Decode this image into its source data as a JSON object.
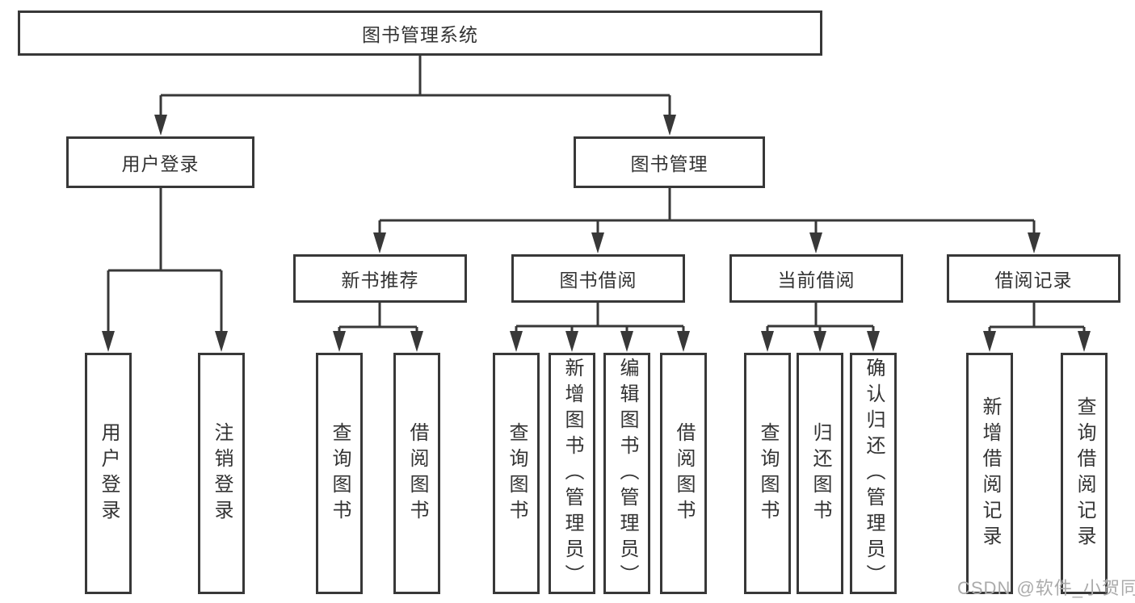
{
  "diagram": {
    "watermark": "CSDN @软件_小贺同学",
    "colors": {
      "line": "#383838",
      "text": "#333333",
      "background": "#ffffff",
      "watermark": "#ababab"
    },
    "nodes": {
      "root": "图书管理系统",
      "user_login": "用户登录",
      "book_management": "图书管理",
      "login": "用户登录",
      "logout": "注销登录",
      "new_book_recommend": "新书推荐",
      "book_borrowing": "图书借阅",
      "current_borrowing": "当前借阅",
      "borrowing_records": "借阅记录",
      "nbr_query_books": "查询图书",
      "nbr_borrow_books": "借阅图书",
      "bb_query_books": "查询图书",
      "bb_add_books": "新增图书（管理员）",
      "bb_edit_books": "编辑图书（管理员）",
      "bb_borrow_books": "借阅图书",
      "cb_query_books": "查询图书",
      "cb_return_books": "归还图书",
      "cb_confirm_return": "确认归还（管理员）",
      "br_add_record": "新增借阅记录",
      "br_query_record": "查询借阅记录"
    }
  }
}
